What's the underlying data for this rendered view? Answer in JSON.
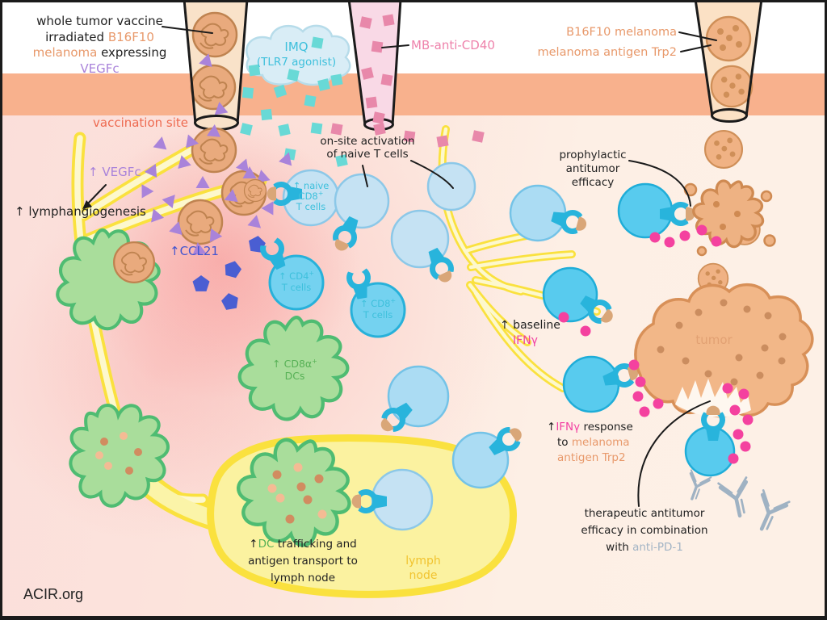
{
  "colors": {
    "orange": "#e8996b",
    "purple": "#a983da",
    "cyan": "#3ec0dc",
    "pink": "#ee82ab",
    "magenta": "#f23fa2",
    "indigo": "#4355cf",
    "green": "#57b156",
    "yellow_text": "#f1c32f",
    "salmon_red": "#ee6a50",
    "gray_blue": "#a2b4c5",
    "tumor_text": "#e2a173",
    "black": "#222222",
    "skin_band": "#f8b18d",
    "vessel_yellow": "#fae13e",
    "lymph_node_fill": "#fbf2a0",
    "t_cell_blue": "#58cbee",
    "dc_green": "#a9dd9b",
    "tumor_fill": "#f2b788"
  },
  "diagram": {
    "source": "ACIR.org",
    "vaccine_label": {
      "line1": "whole tumor vaccine",
      "line2_a": "irradiated ",
      "line2_b": "B16F10",
      "line3_a": "melanoma ",
      "line3_b": "expressing ",
      "line3_c": "VEGFc"
    },
    "imq_label": {
      "line1": "IMQ",
      "line2": "(TLR7 agonist)"
    },
    "mb_label": "MB-anti-CD40",
    "challenge_label": {
      "line1": "B16F10 melanoma",
      "line2": "melanoma antigen Trp2"
    },
    "vaccination_site": "vaccination site",
    "vegfc": "↑ VEGFc",
    "lymphangiogenesis": "↑ lymphangiogenesis",
    "ccl21": "↑CCL21",
    "naive_cd8": {
      "line1": "↑ naive",
      "line2": "CD8",
      "sup": "+",
      "line3": "T cells"
    },
    "onsite_activation": {
      "line1": "on-site activation",
      "line2": "of naive T cells"
    },
    "cd4": {
      "line1": "↑ CD4",
      "sup": "+",
      "line2": "T cells"
    },
    "cd8": {
      "line1": "↑ CD8",
      "sup": "+",
      "line2": "T cells"
    },
    "cd8a_dcs": {
      "line1": "↑ CD8α",
      "sup": "+",
      "line2": "DCs"
    },
    "prophylactic": {
      "line1": "prophylactic",
      "line2": "antitumor",
      "line3": "efficacy"
    },
    "baseline_ifng": {
      "line1": "↑ baseline",
      "line2": "IFNγ"
    },
    "tumor": "tumor",
    "ifng_response": {
      "arrow": "↑",
      "ifng": "IFNγ",
      "response": " response",
      "to": "to ",
      "mel": "melanoma",
      "trp2": "antigen Trp2"
    },
    "therapeutic": {
      "line1": "therapeutic antitumor",
      "line2": "efficacy in combination",
      "line3_a": "with ",
      "line3_b": "anti-PD-1"
    },
    "dc_trafficking": {
      "arrow": "↑",
      "dc": "DC",
      "rest": " trafficking  and",
      "line2": "antigen transport to",
      "line3": "lymph node"
    },
    "lymph_node": {
      "line1": "lymph",
      "line2": "node"
    }
  }
}
